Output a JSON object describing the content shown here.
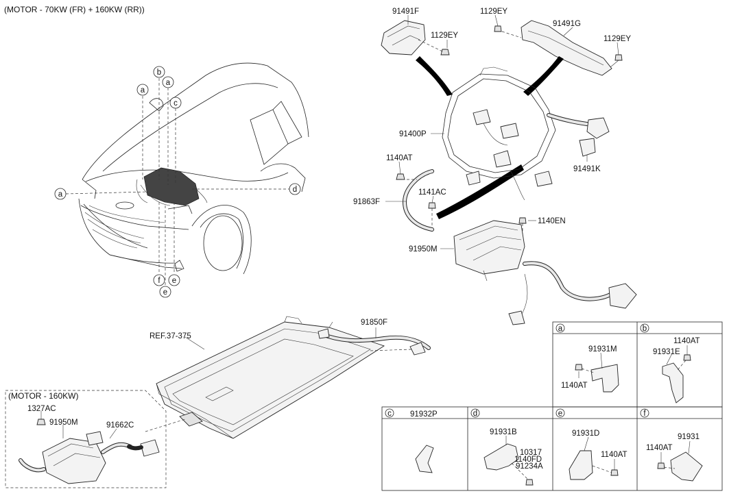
{
  "header": {
    "variant_main": "(MOTOR - 70KW (FR) + 160KW (RR))",
    "variant_sub": "(MOTOR - 160KW)",
    "ref": "REF.37-375"
  },
  "parts": {
    "p91491F": "91491F",
    "p1129EY_a": "1129EY",
    "p1129EY_b": "1129EY",
    "p1129EY_c": "1129EY",
    "p91491G": "91491G",
    "p91400P": "91400P",
    "p1140AT_main": "1140AT",
    "p91491K": "91491K",
    "p91863F": "91863F",
    "p1141AC": "1141AC",
    "p1140EN": "1140EN",
    "p91950M_main": "91950M",
    "p91850F": "91850F",
    "p1327AC": "1327AC",
    "p91950M_sub": "91950M",
    "p91662C": "91662C"
  },
  "callouts": {
    "top_a": "a",
    "top_b": "b",
    "top_a2": "a",
    "top_c": "c",
    "left_a": "a",
    "right_d": "d",
    "bot_f": "f",
    "bot_e": "e",
    "bot_e2": "e"
  },
  "detail_table": {
    "cells": [
      {
        "letter": "a",
        "parts": [
          "91931M",
          "1140AT"
        ]
      },
      {
        "letter": "b",
        "parts": [
          "1140AT",
          "91931E"
        ]
      },
      {
        "letter": "c",
        "parts": [
          "91932P"
        ]
      },
      {
        "letter": "d",
        "parts": [
          "91931B",
          "10317",
          "1140FD",
          "91234A"
        ]
      },
      {
        "letter": "e",
        "parts": [
          "91931D",
          "1140AT"
        ]
      },
      {
        "letter": "f",
        "parts": [
          "1140AT",
          "91931"
        ]
      }
    ]
  }
}
